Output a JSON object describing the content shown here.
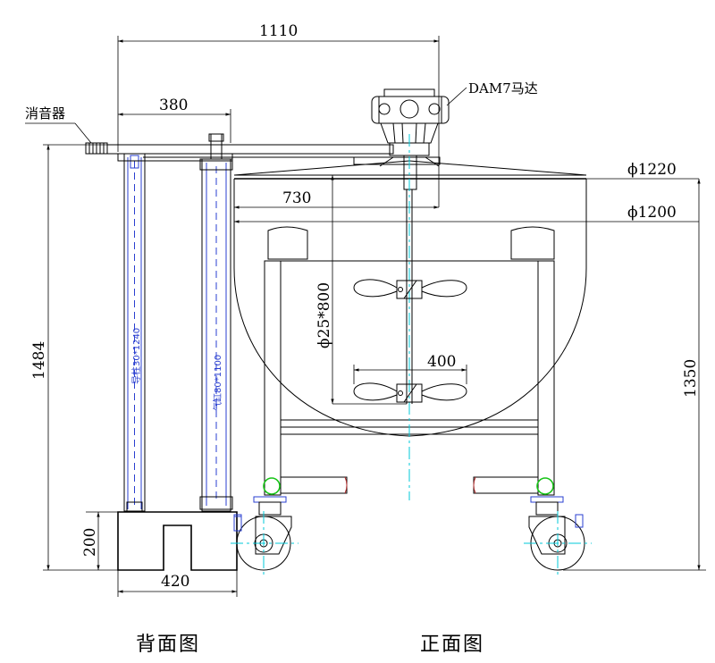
{
  "dimensions": {
    "overall_width": "1110",
    "arm_width": "380",
    "shaft_offset": "730",
    "tank_outer_dia": "ϕ1220",
    "tank_inner_dia": "ϕ1200",
    "total_height": "1484",
    "tank_height": "1350",
    "base_height": "200",
    "base_width": "420",
    "shaft_spec": "ϕ25*800",
    "impeller_width": "400"
  },
  "labels": {
    "muffler": "消音器",
    "motor": "DAM7马达",
    "guide_rod": "导柱30*1240",
    "cylinder": "气缸80*1100"
  },
  "captions": {
    "back_view": "背面图",
    "front_view": "正面图"
  },
  "colors": {
    "outline": "#000000",
    "hidden_blue": "#2a3fd0",
    "centerline_cyan": "#00c8d8",
    "wheel_green": "#18c418"
  }
}
